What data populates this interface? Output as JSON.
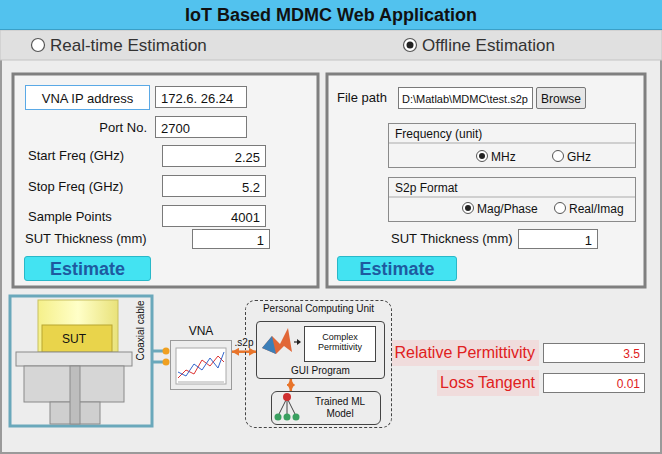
{
  "diagram": {
    "title": "IoT Based MDMC Web Application",
    "nodes": [
      {
        "text": [
          "VNA IP address"
        ]
      },
      {
        "text": [
          "172.6. 26.24"
        ]
      },
      {
        "text": [
          "2700"
        ]
      },
      {
        "text": [
          "2.25"
        ]
      },
      {
        "text": [
          "5.2"
        ]
      },
      {
        "text": [
          "4001"
        ]
      },
      {
        "text": [
          "1"
        ]
      },
      {
        "text": [
          "Estimate"
        ]
      },
      {
        "text": [
          "D:\\Matlab\\MDMC\\test.s2p"
        ]
      },
      {
        "text": [
          "Browse"
        ]
      },
      {
        "text": [
          "Frequency (unit)",
          "MHz",
          "GHz"
        ]
      },
      {
        "text": [
          "S2p Format",
          "Mag/Phase",
          "Real/Imag"
        ]
      },
      {
        "text": [
          "1"
        ]
      },
      {
        "text": [
          "Estimate"
        ]
      },
      {
        "text": [
          "VNA"
        ]
      },
      {
        "text": [
          "Personal Computing Unit"
        ]
      },
      {
        "text": [
          "GUI Program"
        ],
        "in": 15
      },
      {
        "text": [
          "Complex Permittivity"
        ],
        "in": 16
      },
      {
        "text": [
          "Trained ML Model"
        ],
        "in": 15
      },
      {
        "text": [
          "Relative Permittivity"
        ]
      },
      {
        "text": [
          "3.5"
        ]
      },
      {
        "text": [
          "Loss Tangent"
        ]
      },
      {
        "text": [
          "0.01"
        ]
      }
    ],
    "edges": [
      {
        "from": 14,
        "to": 16,
        "arrow": "both",
        "label": ".s2p"
      },
      {
        "from": 16,
        "to": 18,
        "arrow": "both"
      }
    ],
    "labels": [
      "Real-time Estimation",
      "Offline Estimation",
      "Port No.",
      "Start Freq (GHz)",
      "Stop Freq (GHz)",
      "Sample Points",
      "SUT Thickness (mm)",
      "File path",
      "SUT Thickness (mm)",
      "SUT",
      "Coaxial cable"
    ]
  }
}
